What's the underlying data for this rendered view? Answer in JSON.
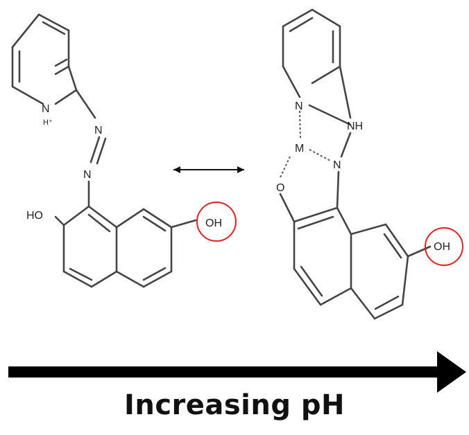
{
  "caption": "Increasing pH",
  "left_structure": {
    "labels": {
      "ring_n": "N",
      "ring_n_charge": "H⁺",
      "azo_n1": "N",
      "azo_n2": "N",
      "hydroxyl_a": "HO",
      "hydroxyl_b": "OH"
    }
  },
  "right_structure": {
    "labels": {
      "ring_n": "N",
      "nh": "NH",
      "metal": "M",
      "azo_n": "N",
      "oxygen": "O",
      "hydroxyl": "OH"
    }
  },
  "colors": {
    "highlight_circle": "#e02020",
    "arrow": "#000000",
    "bond": "#444444"
  }
}
